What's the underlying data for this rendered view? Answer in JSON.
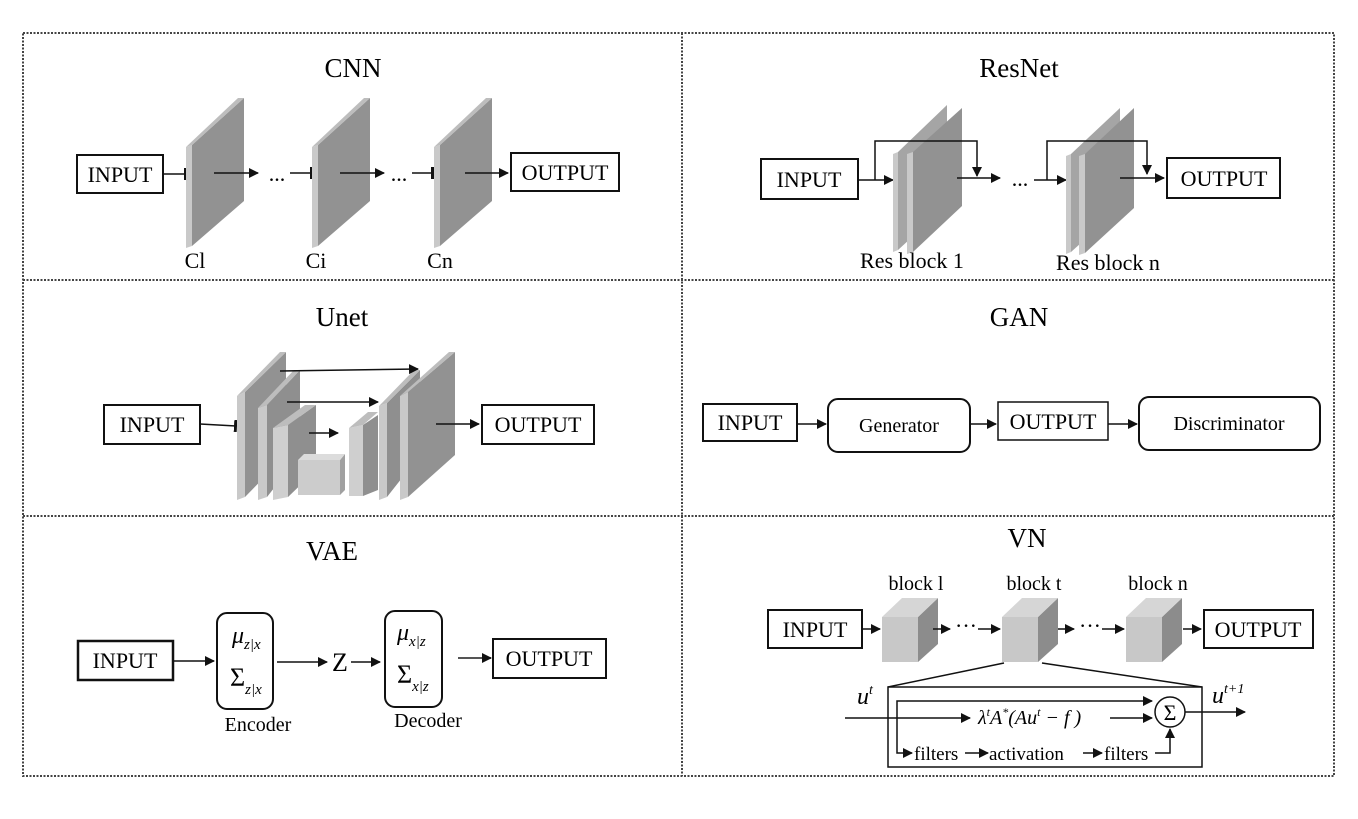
{
  "figure": {
    "panels": [
      {
        "id": "cnn",
        "title": "CNN",
        "input_label": "INPUT",
        "output_label": "OUTPUT",
        "layers": [
          "Cl",
          "Ci",
          "Cn"
        ],
        "ellipsis": "..."
      },
      {
        "id": "resnet",
        "title": "ResNet",
        "input_label": "INPUT",
        "output_label": "OUTPUT",
        "blocks": [
          "Res block 1",
          "Res block n"
        ],
        "ellipsis": "..."
      },
      {
        "id": "unet",
        "title": "Unet",
        "input_label": "INPUT",
        "output_label": "OUTPUT"
      },
      {
        "id": "gan",
        "title": "GAN",
        "input_label": "INPUT",
        "generator_label": "Generator",
        "output_label": "OUTPUT",
        "discriminator_label": "Discriminator"
      },
      {
        "id": "vae",
        "title": "VAE",
        "input_label": "INPUT",
        "output_label": "OUTPUT",
        "encoder": {
          "label": "Encoder",
          "mu": "μ",
          "mu_sub": "z|x",
          "sigma": "Σ",
          "sigma_sub": "z|x"
        },
        "latent": "Z",
        "decoder": {
          "label": "Decoder",
          "mu": "μ",
          "mu_sub": "x|z",
          "sigma": "Σ",
          "sigma_sub": "x|z"
        }
      },
      {
        "id": "vn",
        "title": "VN",
        "input_label": "INPUT",
        "output_label": "OUTPUT",
        "blocks": [
          "block l",
          "block t",
          "block n"
        ],
        "ellipsis": "···",
        "detail": {
          "input_var": "u",
          "input_sup": "t",
          "output_var": "u",
          "output_sup": "t+1",
          "formula_lambda": "λ",
          "formula_lambda_sup": "t",
          "formula_a": "A",
          "formula_star": "*",
          "formula_open": "(Au",
          "formula_u_sup": "t",
          "formula_close": " − f )",
          "sum_symbol": "Σ",
          "chain": [
            "filters",
            "activation",
            "filters"
          ]
        }
      }
    ],
    "colors": {
      "plate_face": "#929292",
      "plate_edge": "#c9c9c9",
      "plate_top": "#bdbdbd",
      "cube_front": "#c8c8c8",
      "cube_side": "#8c8c8c",
      "cube_top": "#d6d6d6",
      "line": "#111111",
      "grid_border": "#444444"
    }
  }
}
